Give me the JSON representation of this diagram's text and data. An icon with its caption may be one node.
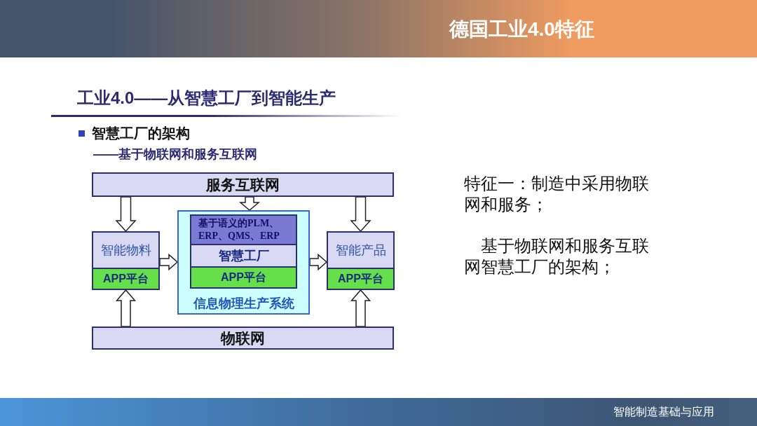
{
  "diagram": {
    "title": "德国工业4.0特征",
    "nodes": [
      {
        "text": [
          "服务互联网"
        ]
      },
      {
        "text": [
          "智能物料"
        ]
      },
      {
        "text": [
          "APP平台"
        ],
        "in": 1
      },
      {
        "text": [
          "信息物理生产系统"
        ]
      },
      {
        "text": [
          "基于语义的PLM、ERP、QMS、ERP"
        ],
        "in": 3
      },
      {
        "text": [
          "智慧工厂"
        ],
        "in": 3
      },
      {
        "text": [
          "APP平台"
        ],
        "in": 3
      },
      {
        "text": [
          "智能产品"
        ]
      },
      {
        "text": [
          "APP平台"
        ],
        "in": 7
      },
      {
        "text": [
          "物联网"
        ]
      }
    ],
    "edges": [
      {
        "from": 0,
        "to": 1,
        "arrow": "to"
      },
      {
        "from": 0,
        "to": 3,
        "arrow": "to"
      },
      {
        "from": 0,
        "to": 7,
        "arrow": "to"
      },
      {
        "from": 1,
        "to": 3,
        "arrow": "to"
      },
      {
        "from": 3,
        "to": 7,
        "arrow": "to"
      },
      {
        "from": 9,
        "to": 1,
        "arrow": "to"
      },
      {
        "from": 9,
        "to": 7,
        "arrow": "to"
      }
    ],
    "labels": [
      "工业4.0——从智慧工厂到智能生产",
      "智慧工厂的架构",
      "——基于物联网和服务互联网",
      "特征一：制造中采用物联网和服务；",
      "基于物联网和服务互联网智慧工厂的架构；",
      "智能制造基础与应用"
    ]
  }
}
